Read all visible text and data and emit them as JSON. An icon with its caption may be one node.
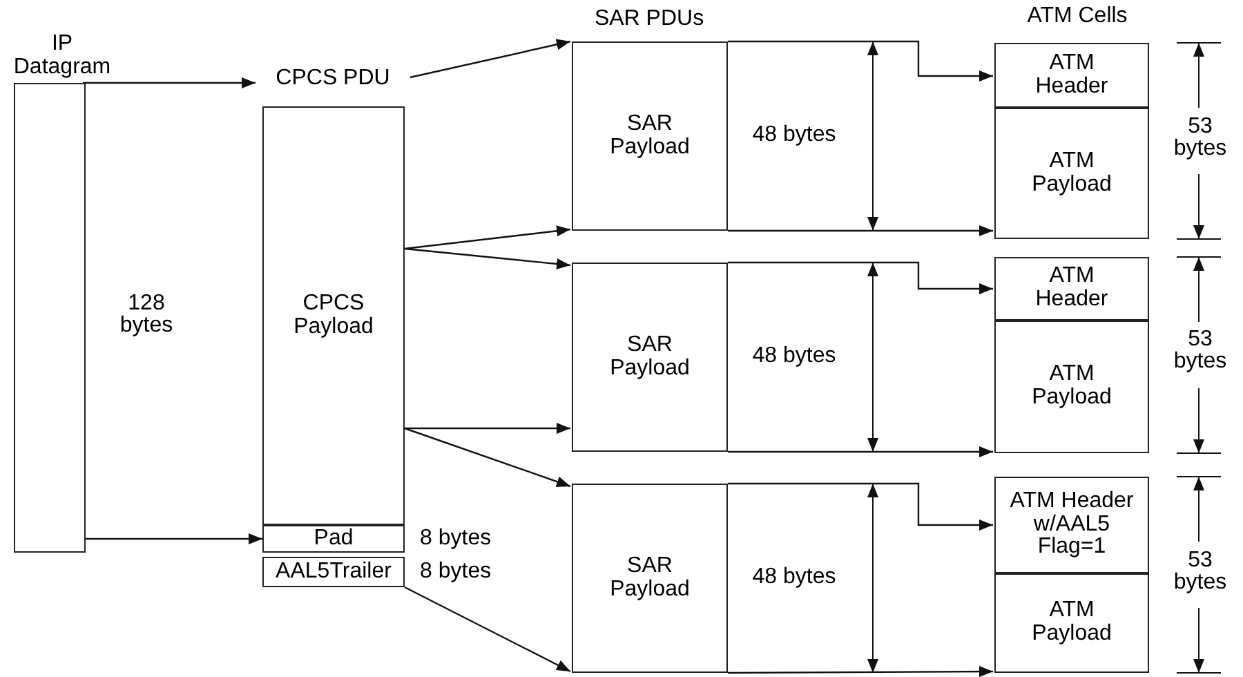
{
  "diagram": {
    "nodes": [
      {
        "text": [
          "IP Datagram"
        ]
      },
      {
        "text": [
          "CPCS PDU"
        ]
      },
      {
        "text": [
          "CPCS Payload"
        ],
        "in": 1
      },
      {
        "text": [
          "Pad"
        ],
        "in": 1,
        "beside": [
          "8 bytes"
        ]
      },
      {
        "text": [
          "AAL5Trailer"
        ],
        "in": 1,
        "beside": [
          "8 bytes"
        ]
      },
      {
        "text": [
          "SAR Payload"
        ]
      },
      {
        "text": [
          "SAR Payload"
        ]
      },
      {
        "text": [
          "SAR Payload"
        ]
      },
      {
        "text": [
          "ATM Header"
        ]
      },
      {
        "text": [
          "ATM Payload"
        ]
      },
      {
        "text": [
          "ATM Header"
        ]
      },
      {
        "text": [
          "ATM Payload"
        ]
      },
      {
        "text": [
          "ATM Header w/AAL5 Flag=1"
        ]
      },
      {
        "text": [
          "ATM Payload"
        ]
      }
    ],
    "edges": [
      {
        "from": 0,
        "to": 1,
        "arrow": "to"
      },
      {
        "from": 0,
        "to": 3,
        "arrow": "to"
      },
      {
        "from": 1,
        "to": 5,
        "arrow": "to"
      },
      {
        "from": 2,
        "to": 5,
        "arrow": "to"
      },
      {
        "from": 2,
        "to": 6,
        "arrow": "to"
      },
      {
        "from": 2,
        "to": 6,
        "arrow": "to"
      },
      {
        "from": 2,
        "to": 7,
        "arrow": "to"
      },
      {
        "from": 4,
        "to": 7,
        "arrow": "to"
      },
      {
        "from": 5,
        "to": 8,
        "arrow": "to"
      },
      {
        "from": 5,
        "to": 9,
        "arrow": "to"
      },
      {
        "from": 6,
        "to": 10,
        "arrow": "to"
      },
      {
        "from": 6,
        "to": 11,
        "arrow": "to"
      },
      {
        "from": 7,
        "to": 12,
        "arrow": "to"
      },
      {
        "from": 7,
        "to": 13,
        "arrow": "to"
      }
    ],
    "labels": [
      "SAR PDUs",
      "ATM Cells",
      "48 bytes",
      "53 bytes",
      "128 bytes",
      "48 bytes",
      "53 bytes",
      "48 bytes",
      "53 bytes"
    ]
  }
}
